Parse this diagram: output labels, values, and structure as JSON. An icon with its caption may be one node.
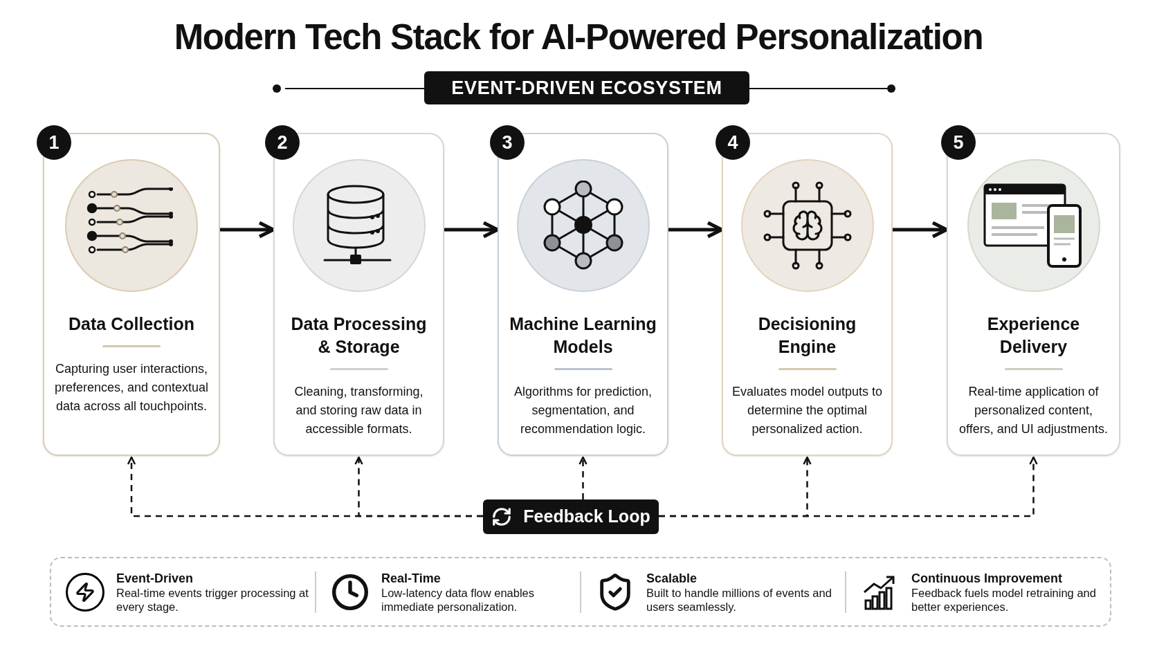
{
  "diagram": {
    "title": "Modern Tech Stack for AI-Powered Personalization",
    "nodes": [
      {
        "text": [
          "EVENT-DRIVEN ECOSYSTEM"
        ]
      },
      {
        "text": [
          "1"
        ]
      },
      {
        "text": [
          "Data Collection",
          "Capturing user interactions, preferences, and contextual data across all touchpoints."
        ]
      },
      {
        "text": [
          "2"
        ]
      },
      {
        "text": [
          "Data Processing & Storage",
          "Cleaning, transforming, and storing raw data in accessible formats."
        ]
      },
      {
        "text": [
          "3"
        ]
      },
      {
        "text": [
          "Machine Learning Models",
          "Algorithms for prediction, segmentation, and recommendation logic."
        ]
      },
      {
        "text": [
          "4"
        ]
      },
      {
        "text": [
          "Decisioning Engine",
          "Evaluates model outputs to determine the optimal personalized action."
        ]
      },
      {
        "text": [
          "5"
        ]
      },
      {
        "text": [
          "Experience Delivery",
          "Real-time application of personalized content, offers, and UI adjustments."
        ]
      },
      {
        "text": [
          "Feedback Loop"
        ]
      },
      {
        "text": [
          "Event-Driven",
          "Real-time events trigger processing at every stage.",
          "Real-Time",
          "Low-latency data flow enables immediate personalization.",
          "Scalable",
          "Built to handle millions of events and users seamlessly.",
          "Continuous Improvement",
          "Feedback fuels model retraining and better experiences."
        ]
      }
    ],
    "edges": [
      {
        "from": 2,
        "to": 4,
        "arrow": "to"
      },
      {
        "from": 4,
        "to": 6,
        "arrow": "to"
      },
      {
        "from": 6,
        "to": 8,
        "arrow": "to"
      },
      {
        "from": 8,
        "to": 10,
        "arrow": "to"
      },
      {
        "from": 11,
        "to": 2,
        "arrow": "to",
        "style": "dashed"
      },
      {
        "from": 11,
        "to": 4,
        "arrow": "to",
        "style": "dashed"
      },
      {
        "from": 11,
        "to": 6,
        "arrow": "to",
        "style": "dashed"
      },
      {
        "from": 11,
        "to": 8,
        "arrow": "to",
        "style": "dashed"
      },
      {
        "from": 11,
        "to": 10,
        "arrow": "to",
        "style": "dashed"
      }
    ]
  }
}
